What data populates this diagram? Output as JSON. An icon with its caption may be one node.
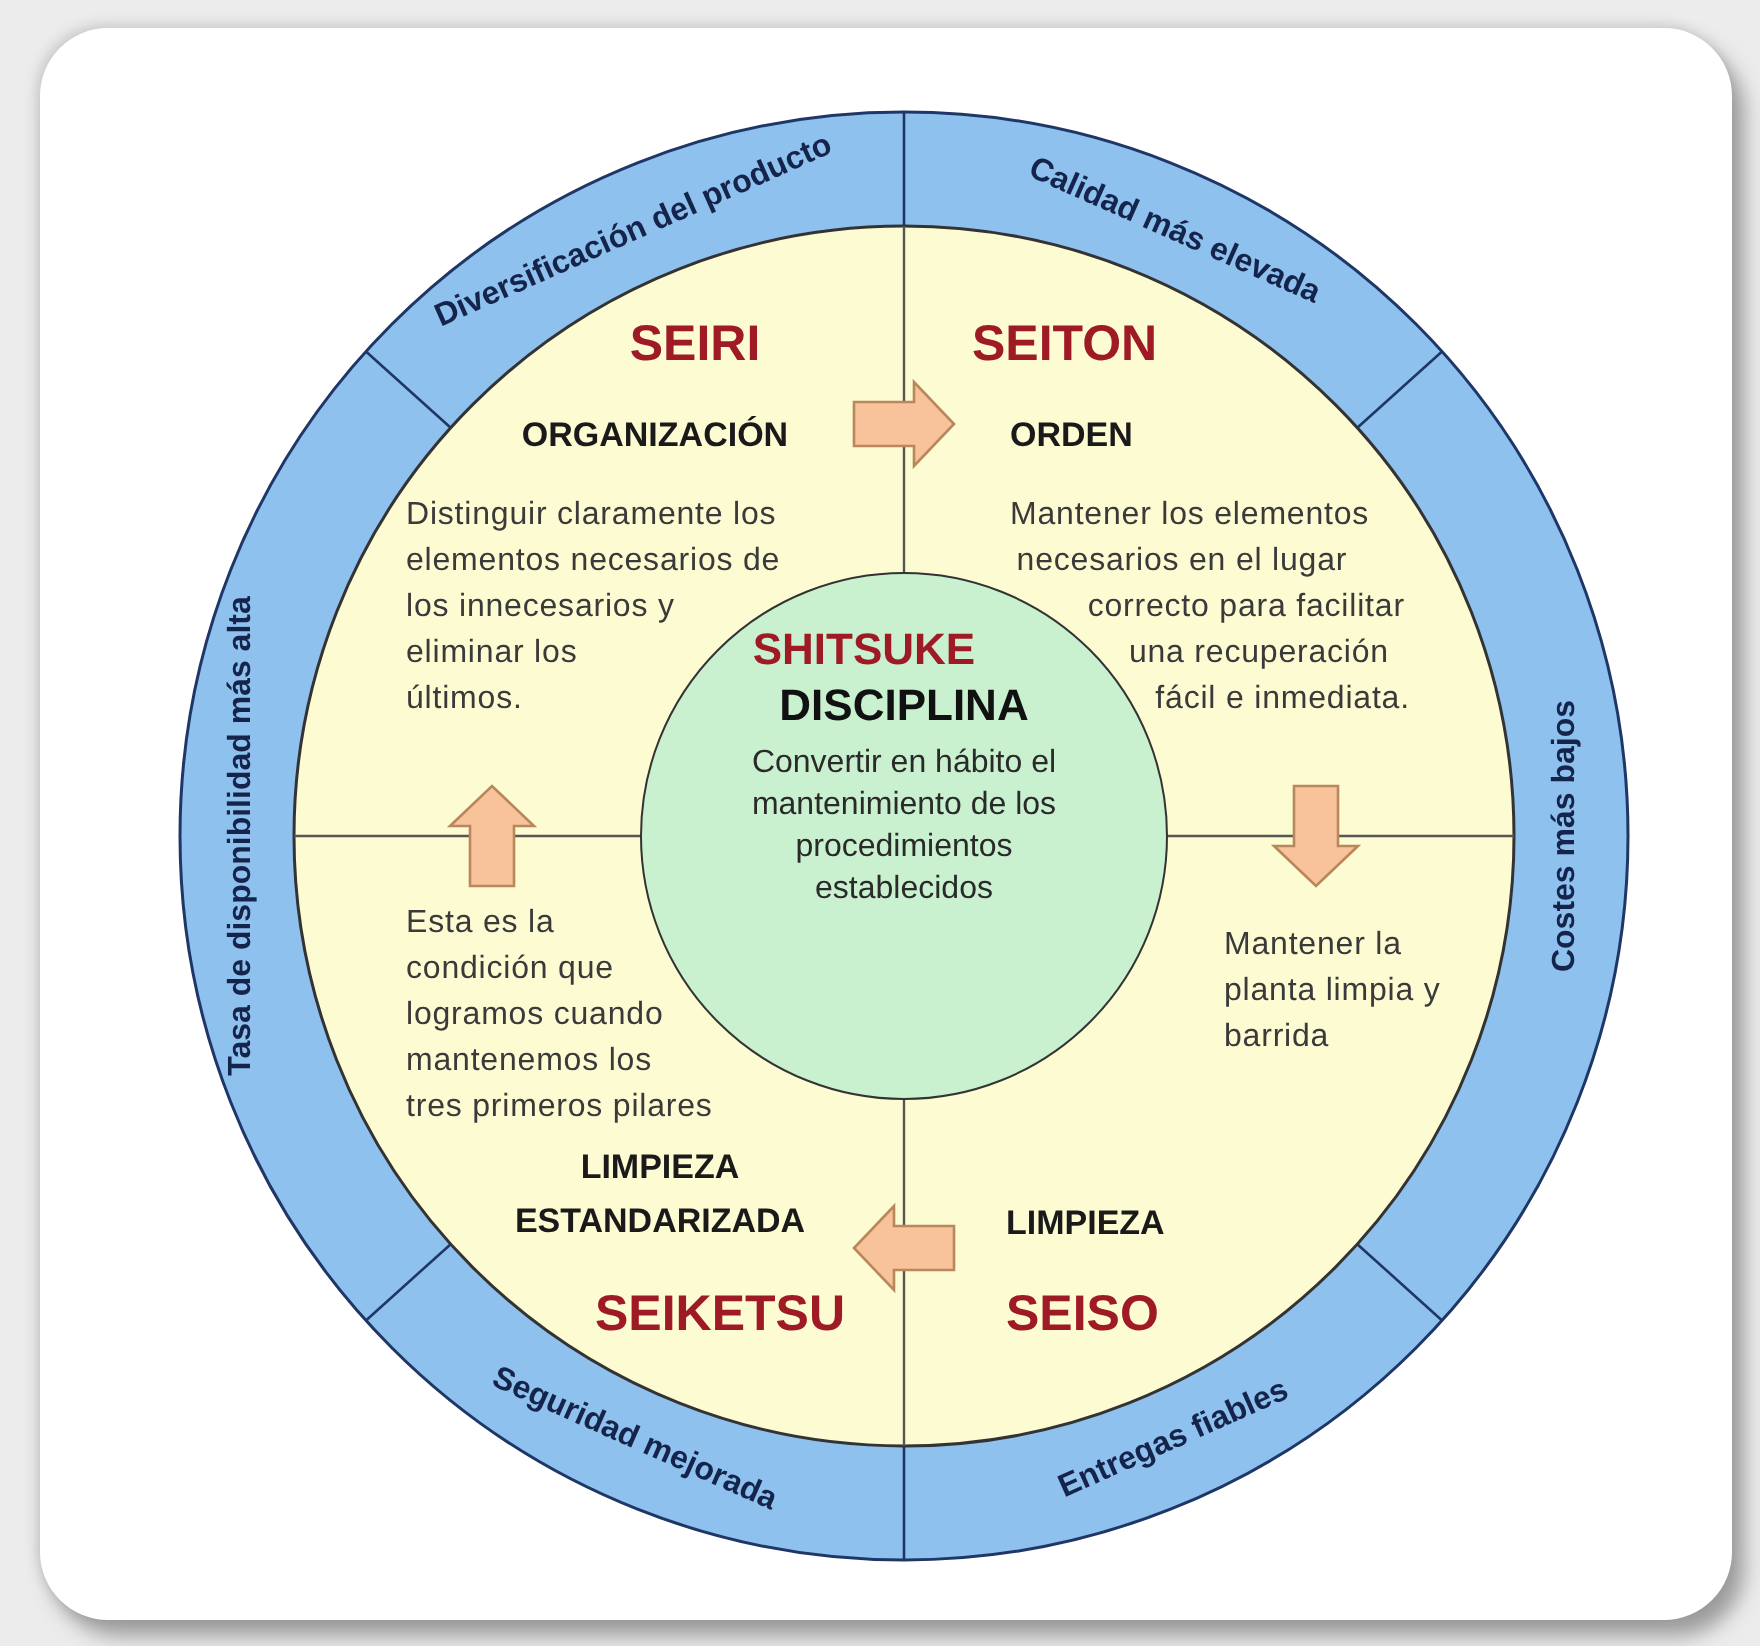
{
  "diagram": {
    "nodes": [
      {
        "text": [
          "Diversificación del producto"
        ]
      },
      {
        "text": [
          "Calidad más elevada"
        ]
      },
      {
        "text": [
          "Costes más bajos"
        ]
      },
      {
        "text": [
          "Entregas fiables"
        ]
      },
      {
        "text": [
          "Seguridad mejorada"
        ]
      },
      {
        "text": [
          "Tasa de disponibilidad más alta"
        ]
      },
      {
        "text": [
          "SEIRI",
          "ORGANIZACIÓN",
          "Distinguir claramente los elementos necesarios de los innecesarios y eliminar los últimos."
        ]
      },
      {
        "text": [
          "SEITON",
          "ORDEN",
          "Mantener los elementos necesarios en el lugar correcto para facilitar una recuperación fácil e inmediata."
        ]
      },
      {
        "text": [
          "SHITSUKE",
          "DISCIPLINA",
          "Convertir en hábito el mantenimiento de los procedimientos establecidos"
        ]
      },
      {
        "text": [
          "Esta es la condición que logramos cuando mantenemos los tres primeros pilares",
          "LIMPIEZA ESTANDARIZADA",
          "SEIKETSU"
        ]
      },
      {
        "text": [
          "Mantener la planta limpia y barrida",
          "LIMPIEZA",
          "SEISO"
        ]
      }
    ],
    "edges": [
      {
        "from": 6,
        "to": 7,
        "arrow": "to"
      },
      {
        "from": 7,
        "to": 10,
        "arrow": "to"
      },
      {
        "from": 10,
        "to": 9,
        "arrow": "to"
      },
      {
        "from": 9,
        "to": 6,
        "arrow": "to"
      }
    ]
  }
}
